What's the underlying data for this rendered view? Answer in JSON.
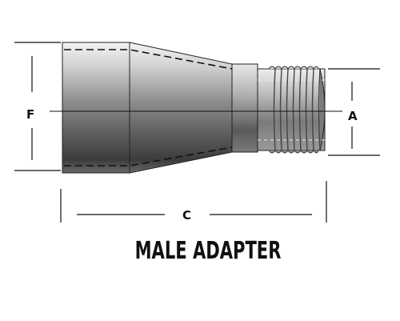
{
  "diagram": {
    "caption": "MALE ADAPTER",
    "dimensions": {
      "f_label": "F",
      "a_label": "A",
      "c_label": "C"
    },
    "colors": {
      "metal_dark": "#4a4a4a",
      "metal_mid": "#9a9a9a",
      "metal_light": "#dcdcdc",
      "line": "#111111"
    }
  }
}
